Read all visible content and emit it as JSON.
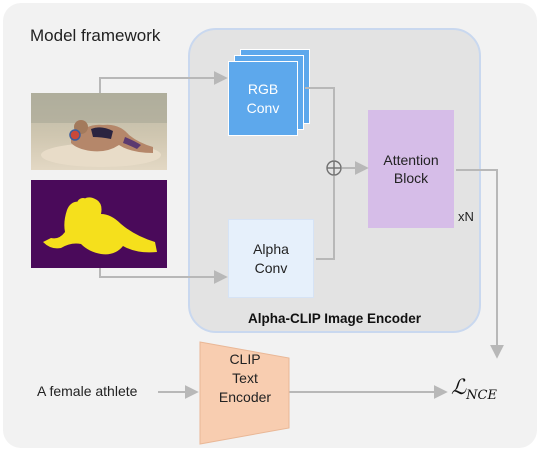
{
  "title": "Model framework",
  "encoder": {
    "label": "Alpha-CLIP Image Encoder"
  },
  "rgb_conv": {
    "label": "RGB\nConv"
  },
  "alpha_conv": {
    "label": "Alpha\nConv"
  },
  "attention_block": {
    "label": "Attention\nBlock",
    "repeat": "xN"
  },
  "fusion": {
    "symbol": "⊕"
  },
  "text_encoder": {
    "label": "CLIP\nText\nEncoder"
  },
  "text_input": {
    "caption": "A female athlete"
  },
  "loss": {
    "symbol": "ℒ",
    "subscript": "NCE"
  },
  "colors": {
    "rgb_conv": "#5da8ec",
    "alpha_conv": "#e6f0fb",
    "attention_block": "#d6bde8",
    "text_encoder": "#f8cdb0",
    "alpha_mask_background": "#4a0a5a",
    "alpha_mask_figure": "#f5e01c",
    "arrows": "#b8b8b8"
  }
}
